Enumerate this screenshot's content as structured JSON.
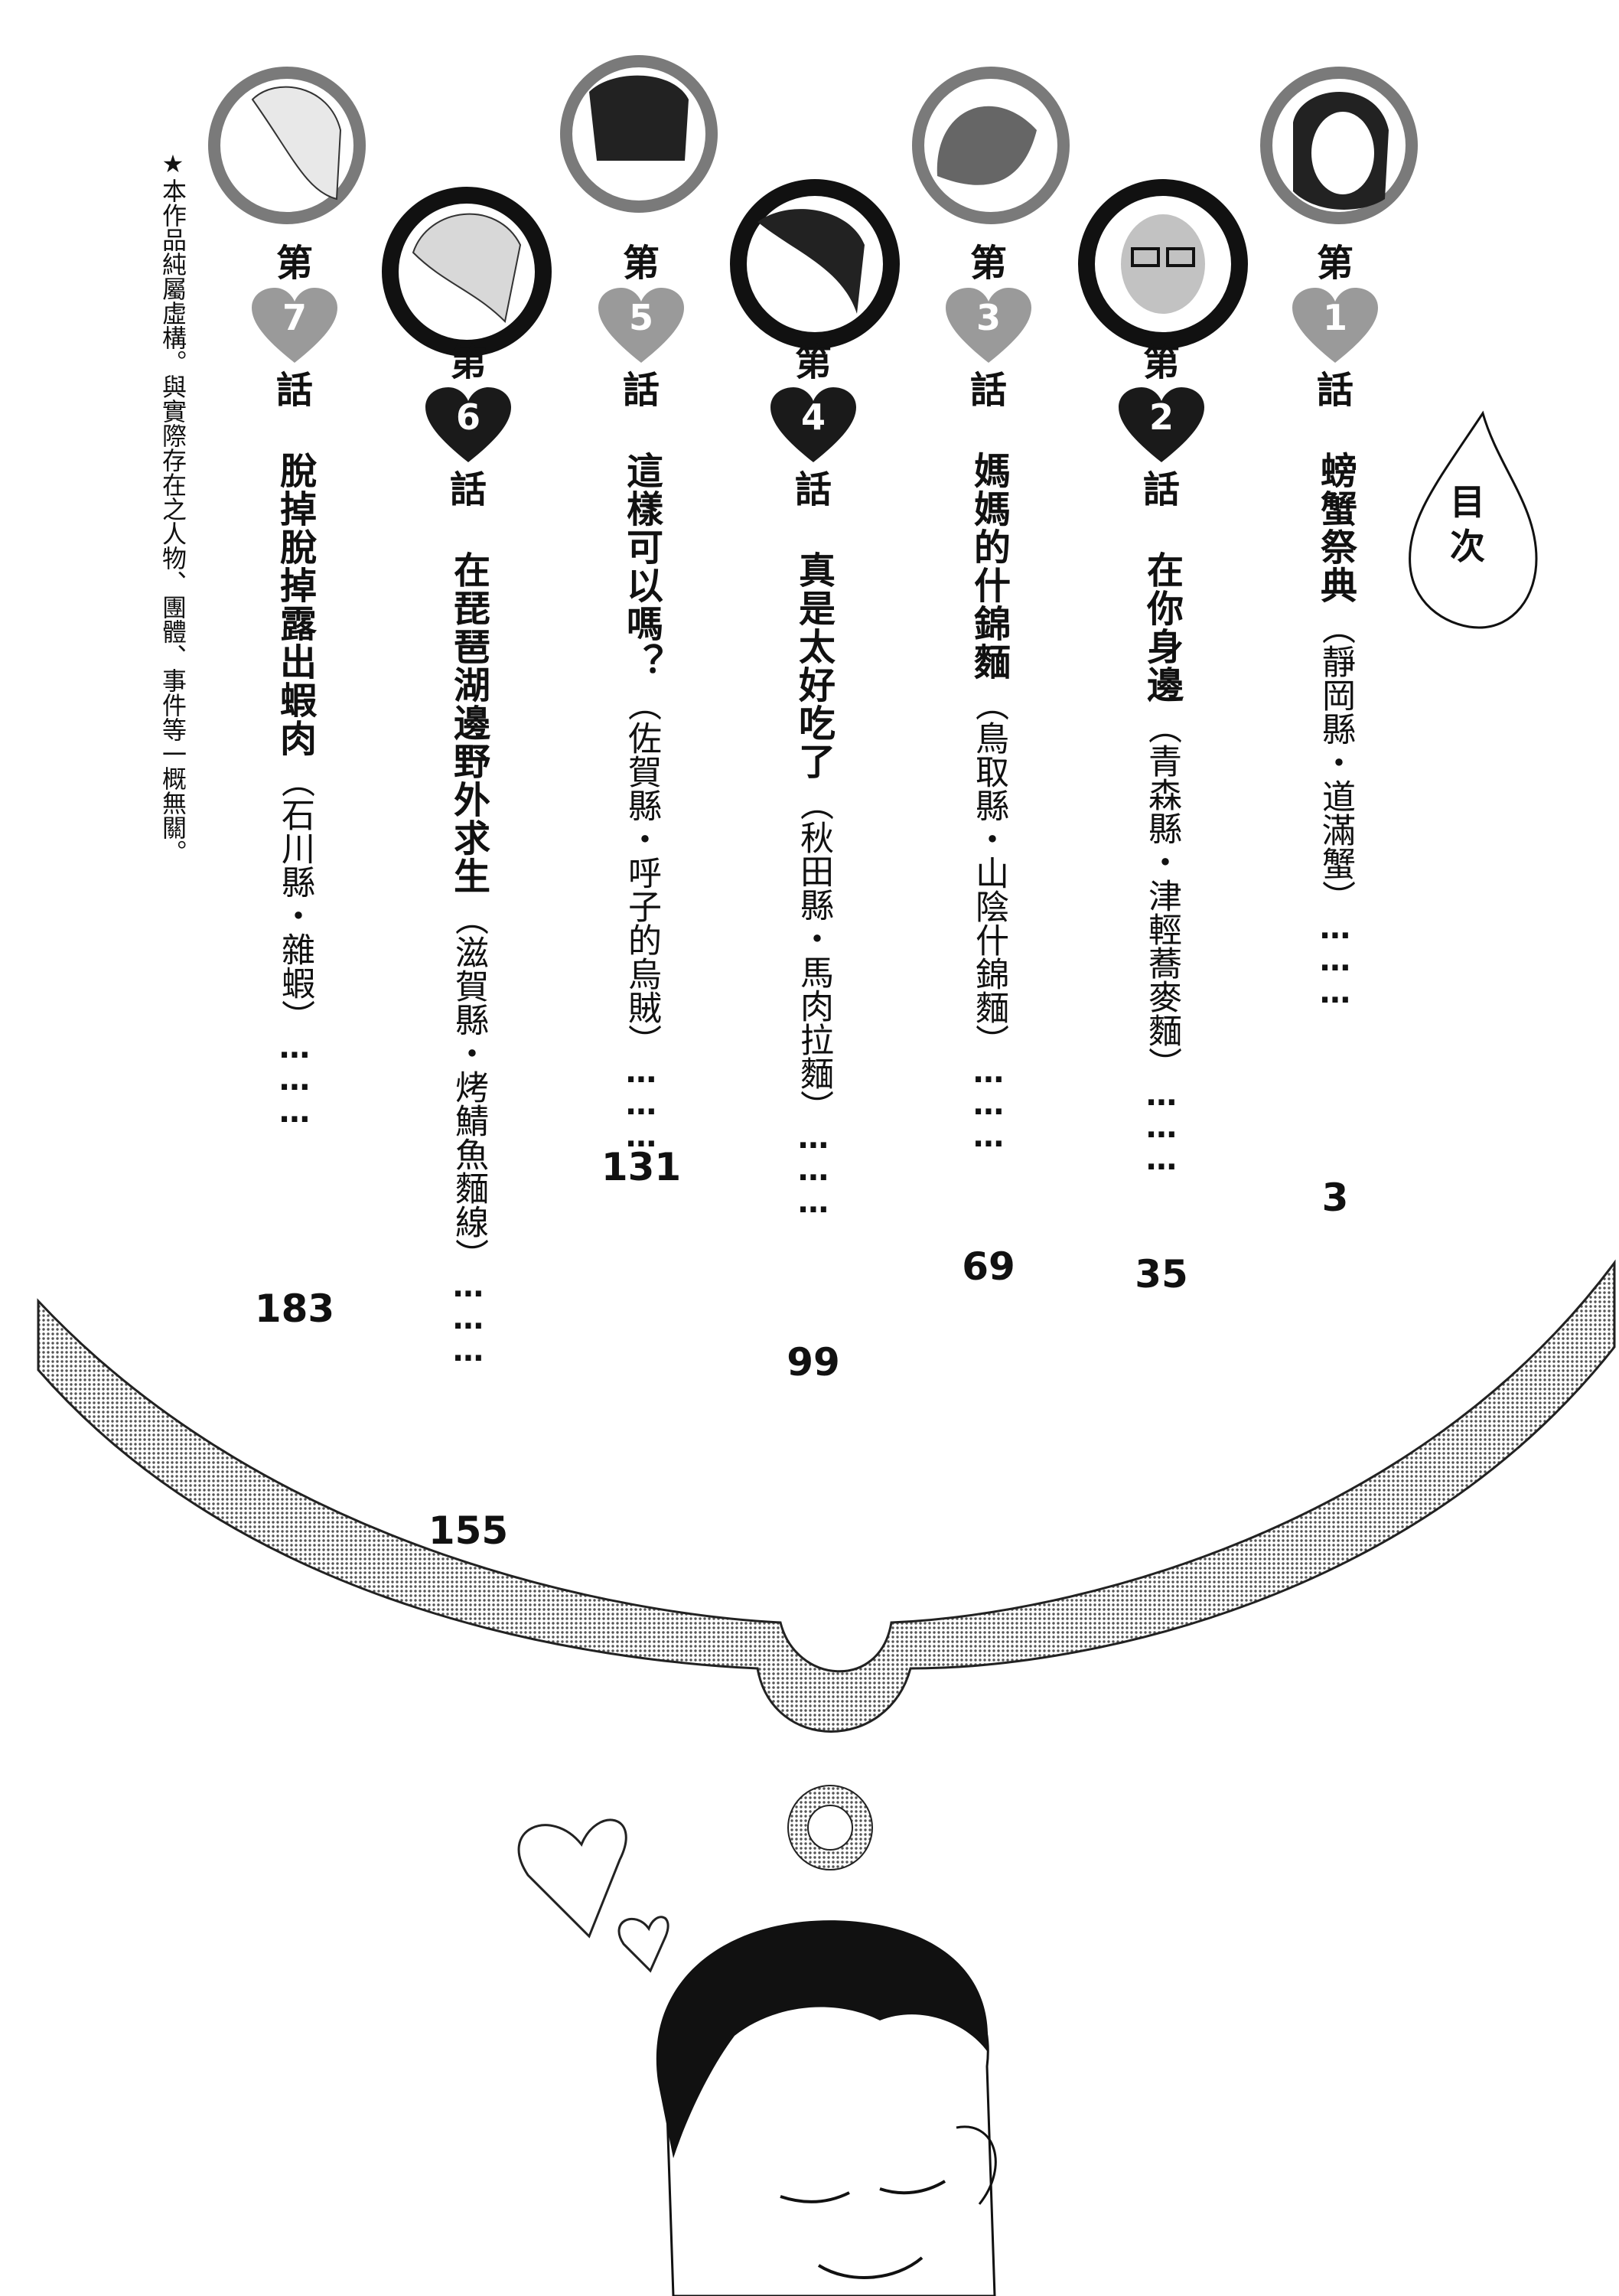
{
  "toc": {
    "heading_top": "目",
    "heading_bottom": "次",
    "prefix": "第",
    "suffix": "話",
    "dots": "⋯⋯⋯"
  },
  "disclaimer": "★本作品純屬虛構。與實際存在之人物、團體、事件等一概無關。",
  "chapters": [
    {
      "number": "1",
      "title": "螃蟹祭典",
      "subtitle": "（靜岡縣・道滿蟹）",
      "page": "3"
    },
    {
      "number": "2",
      "title": "在你身邊",
      "subtitle": "（青森縣・津輕蕎麥麵）",
      "page": "35"
    },
    {
      "number": "3",
      "title": "媽媽的什錦麵",
      "subtitle": "（鳥取縣・山陰什錦麵）",
      "page": "69"
    },
    {
      "number": "4",
      "title": "真是太好吃了",
      "subtitle": "（秋田縣・馬肉拉麵）",
      "page": "99"
    },
    {
      "number": "5",
      "title": "這樣可以嗎？",
      "subtitle": "（佐賀縣・呼子的烏賊）",
      "page": "131"
    },
    {
      "number": "6",
      "title": "在琵琶湖邊野外求生",
      "subtitle": "（滋賀縣・烤鯖魚麵線）",
      "page": "155"
    },
    {
      "number": "7",
      "title": "脫掉脫掉露出蝦肉",
      "subtitle": "（石川縣・雜蝦）",
      "page": "183"
    }
  ],
  "colors": {
    "ink": "#111111",
    "screentone": "#8a8a8a",
    "heart_light": "#9a9a9a",
    "heart_dark": "#1a1a1a"
  },
  "icons": [
    "droplet-heading-icon",
    "portrait-icon",
    "heart-number-icon",
    "thought-bubble-icon",
    "small-heart-icon",
    "dreaming-man-illustration"
  ]
}
